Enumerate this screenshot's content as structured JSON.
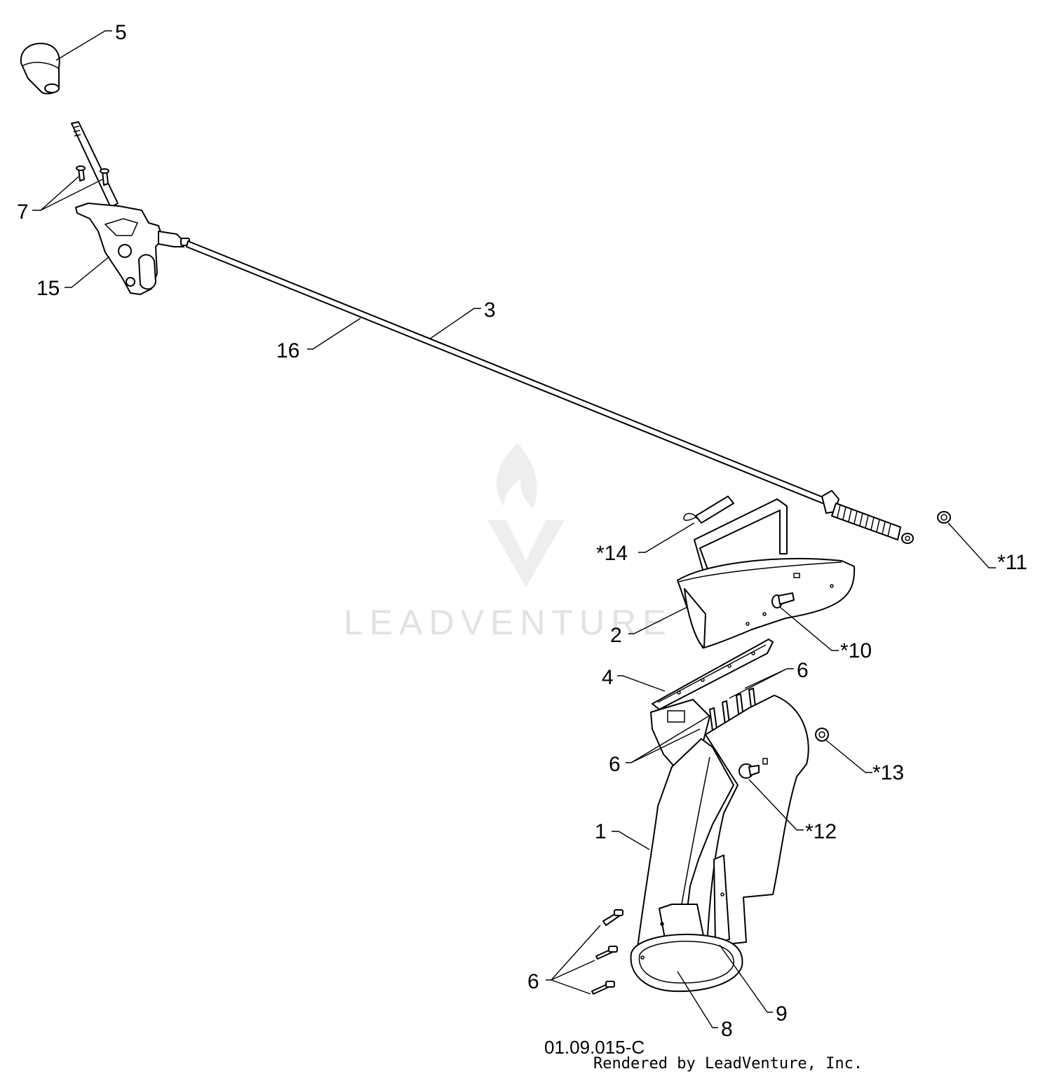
{
  "drawing_code": "01.09.015-C",
  "credit": "Rendered by LeadVenture, Inc.",
  "watermark": "LEADVENTURE",
  "callouts": {
    "p1": "1",
    "p2": "2",
    "p3": "3",
    "p4": "4",
    "p5": "5",
    "p6a": "6",
    "p6b": "6",
    "p6c": "6",
    "p7": "7",
    "p8": "8",
    "p9": "9",
    "p10": "*10",
    "p11": "*11",
    "p12": "*12",
    "p13": "*13",
    "p14": "*14",
    "p15": "15",
    "p16": "16"
  }
}
